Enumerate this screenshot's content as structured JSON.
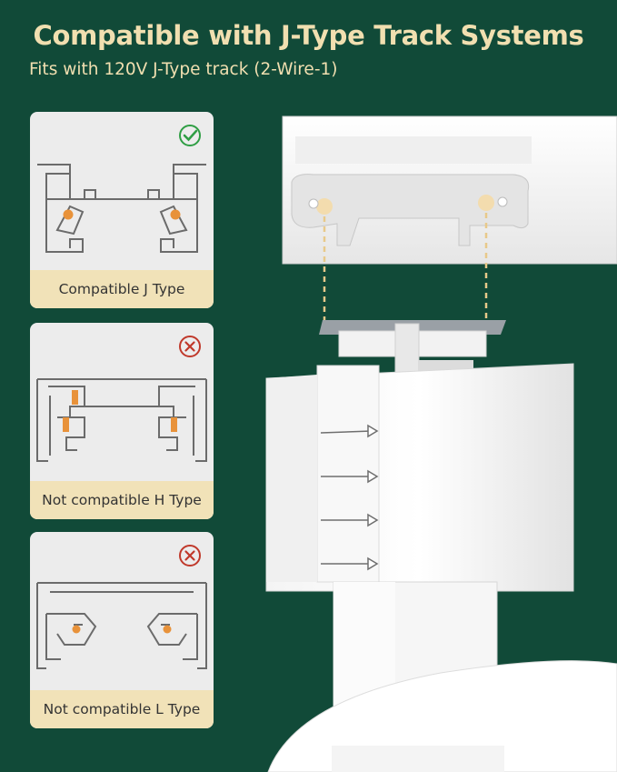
{
  "header": {
    "title": "Compatible with J-Type Track Systems",
    "subtitle": "Fits with 120V J-Type track (2-Wire-1)"
  },
  "cards": [
    {
      "label": "Compatible J Type",
      "status": "compatible",
      "icon": "check-circle-icon"
    },
    {
      "label": "Not compatible H Type",
      "status": "incompatible",
      "icon": "x-circle-icon"
    },
    {
      "label": "Not compatible L Type",
      "status": "incompatible",
      "icon": "x-circle-icon"
    }
  ],
  "colors": {
    "background": "#114a38",
    "title": "#f1dfb0",
    "label_band": "#f1e2b8",
    "contact": "#e8923a",
    "check": "#2f9e44",
    "cross": "#c0392b"
  }
}
